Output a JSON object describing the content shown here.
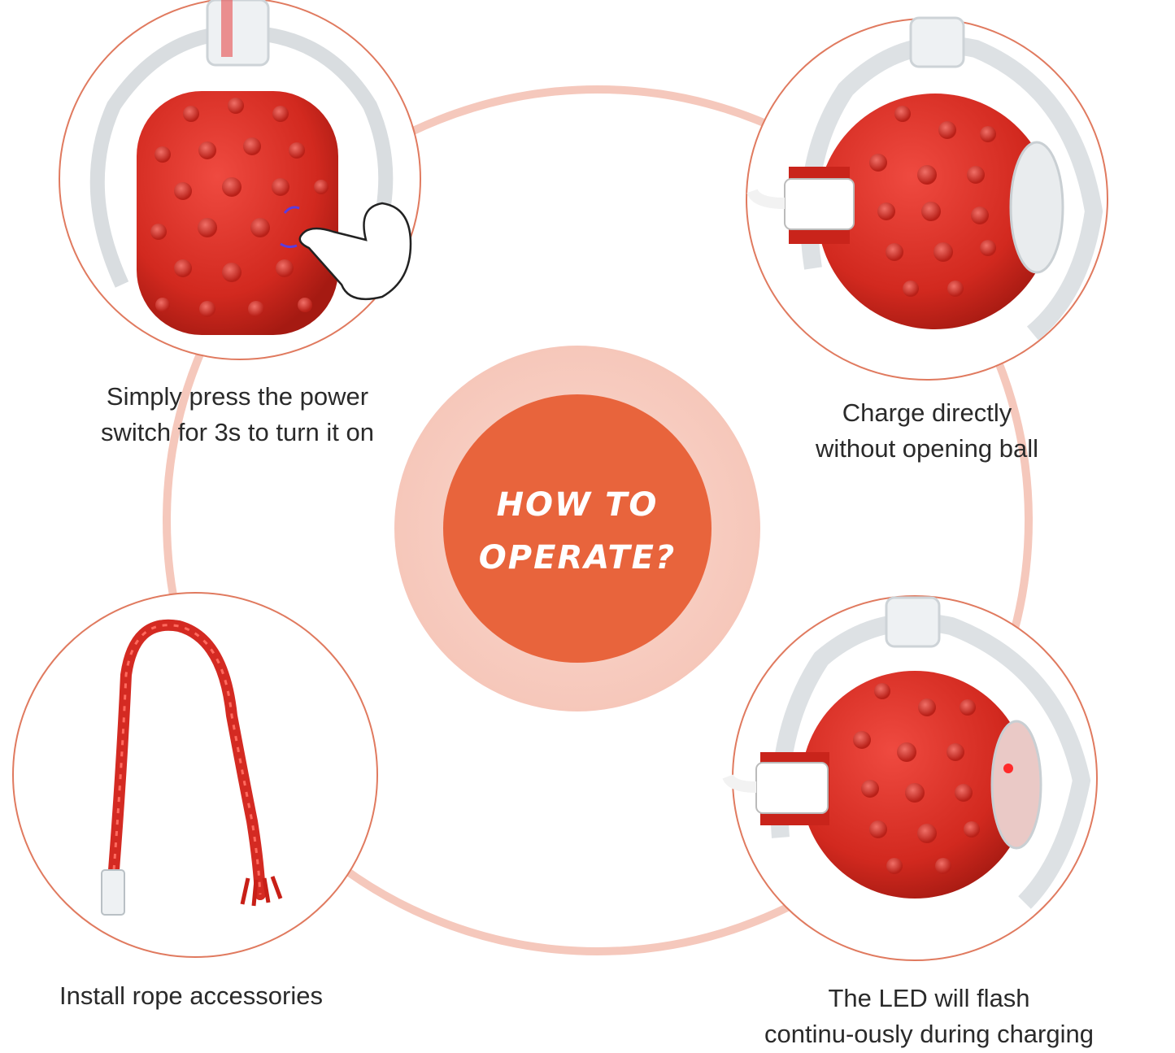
{
  "center": {
    "title_line1": "HOW TO",
    "title_line2": "OPERATE?"
  },
  "steps": [
    {
      "caption_line1": "Simply press the power",
      "caption_line2": "switch for 3s to turn it on"
    },
    {
      "caption_line1": "Charge directly",
      "caption_line2": "without opening ball"
    },
    {
      "caption_line1": "Install rope accessories"
    },
    {
      "caption_line1": "The LED will flash",
      "caption_line2": "continu-ously during charging"
    }
  ],
  "colors": {
    "accent": "#e8643c",
    "ring": "#f3c4b8",
    "ball": "#d8332b",
    "circle_outline": "#e07a5f"
  }
}
